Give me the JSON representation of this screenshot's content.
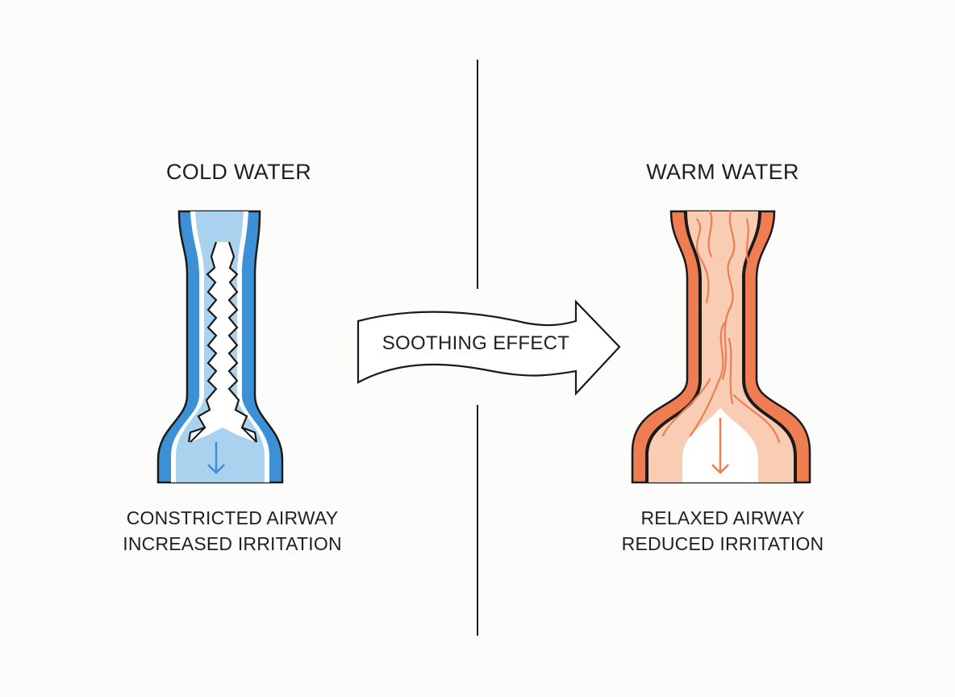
{
  "cold": {
    "title": "COLD WATER",
    "caption_line1": "CONSTRICTED AIRWAY",
    "caption_line2": "INCREASED IRRITATION",
    "fill_color": "#a9d2ee",
    "wall_color": "#3d8fd6"
  },
  "warm": {
    "title": "WARM WATER",
    "caption_line1": "RELAXED AIRWAY",
    "caption_line2": "REDUCED IRRITATION",
    "fill_color": "#f8cdb4",
    "wall_color": "#ee7d52"
  },
  "arrow": {
    "label": "SOOTHING EFFECT"
  }
}
